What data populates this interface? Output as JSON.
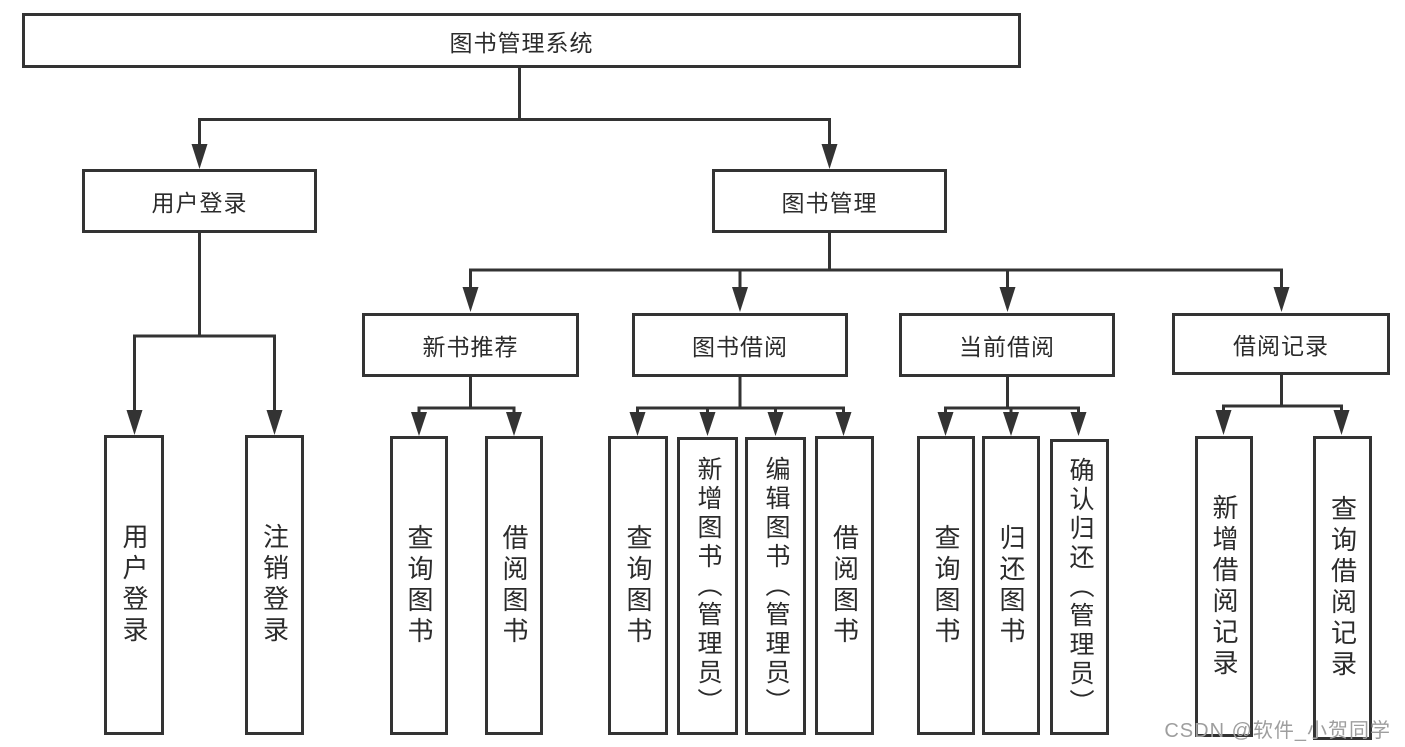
{
  "diagram": {
    "root": {
      "label": "图书管理系统"
    },
    "branches": [
      {
        "label": "用户登录",
        "children": [
          {
            "label": "用户登录"
          },
          {
            "label": "注销登录"
          }
        ]
      },
      {
        "label": "图书管理",
        "children": [
          {
            "label": "新书推荐",
            "children": [
              {
                "label": "查询图书"
              },
              {
                "label": "借阅图书"
              }
            ]
          },
          {
            "label": "图书借阅",
            "children": [
              {
                "label": "查询图书"
              },
              {
                "label": "新增图书（管理员）"
              },
              {
                "label": "编辑图书（管理员）"
              },
              {
                "label": "借阅图书"
              }
            ]
          },
          {
            "label": "当前借阅",
            "children": [
              {
                "label": "查询图书"
              },
              {
                "label": "归还图书"
              },
              {
                "label": "确认归还（管理员）"
              }
            ]
          },
          {
            "label": "借阅记录",
            "children": [
              {
                "label": "新增借阅记录"
              },
              {
                "label": "查询借阅记录"
              }
            ]
          }
        ]
      }
    ]
  },
  "watermark": {
    "text": "CSDN @软件_小贺同学"
  },
  "colors": {
    "line": "#333333",
    "box_border": "#333333",
    "text": "#2b2b2b",
    "background": "#ffffff",
    "watermark": "#9e9e9e"
  }
}
